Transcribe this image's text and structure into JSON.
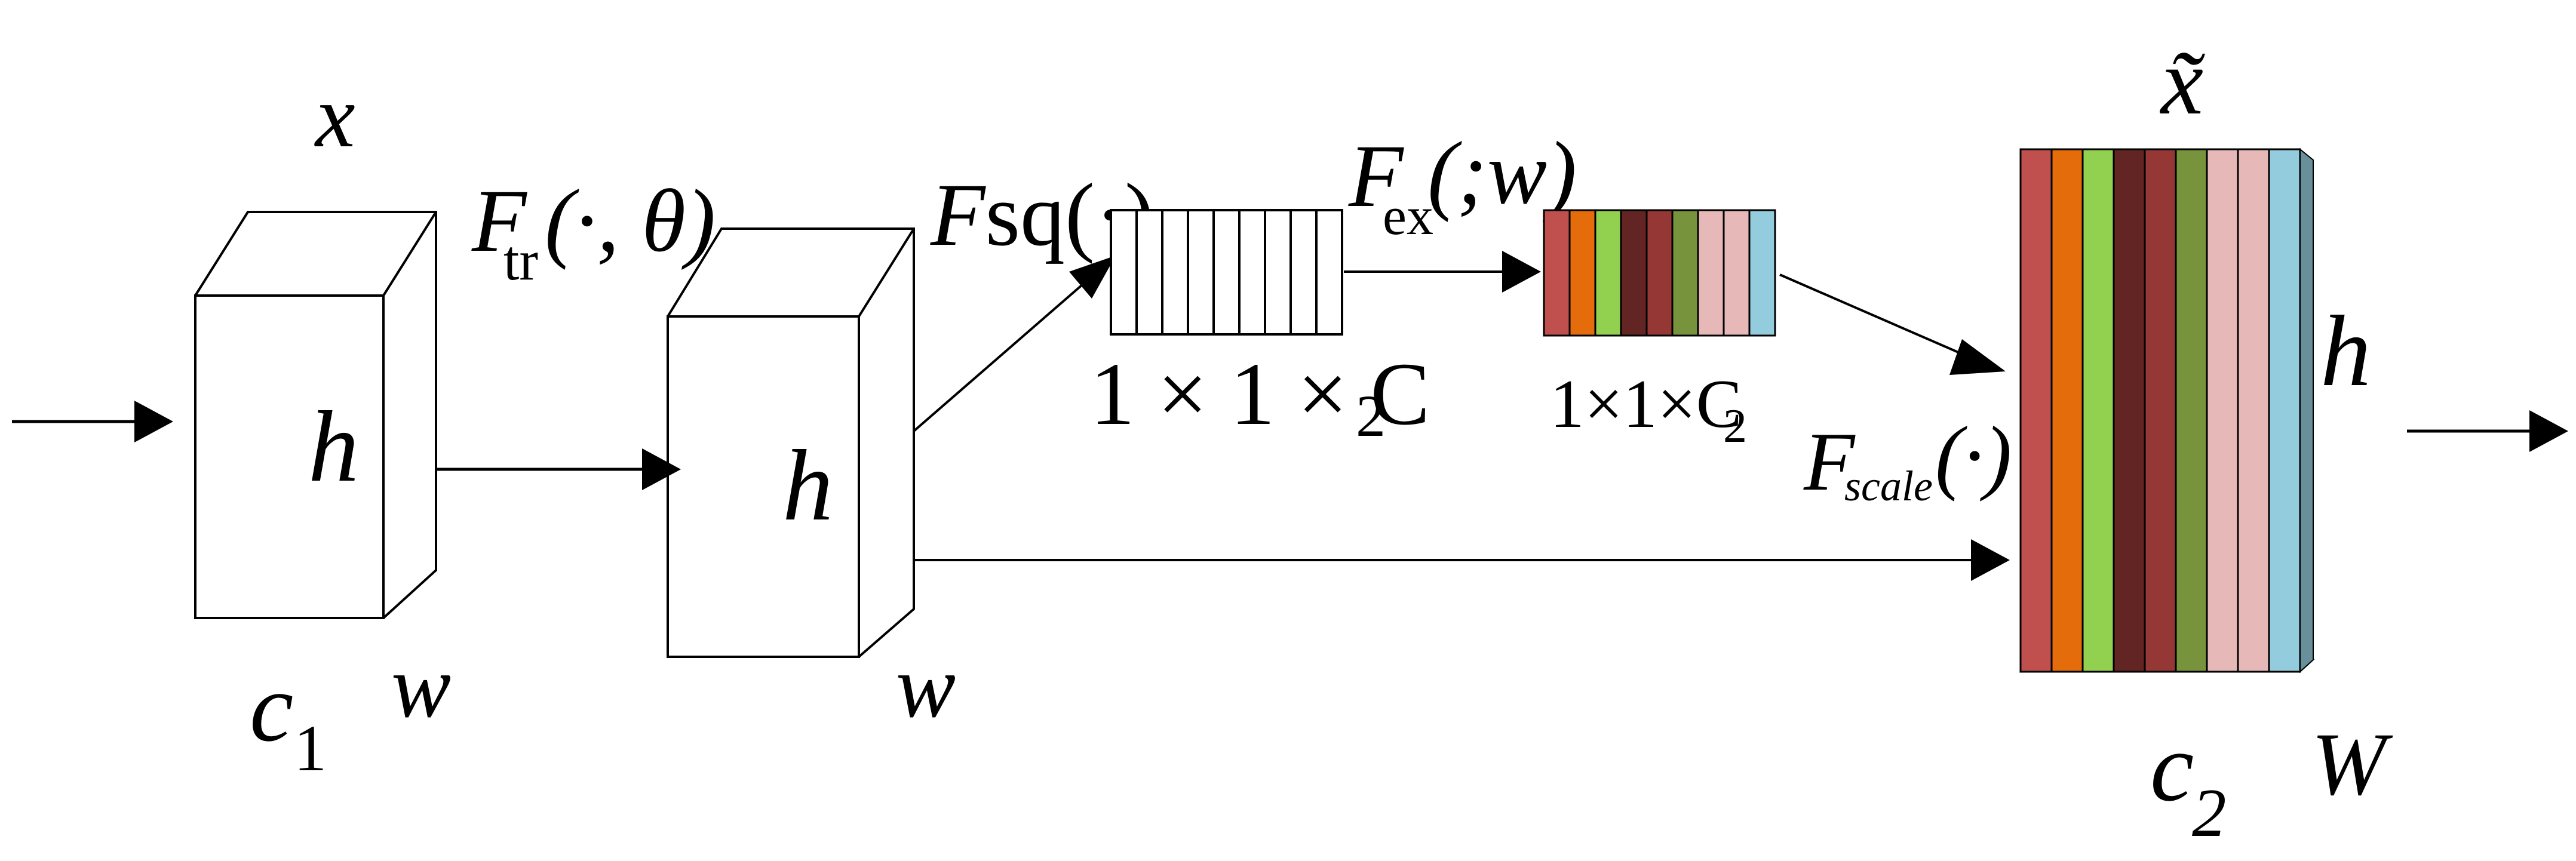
{
  "labels": {
    "input_x": "x",
    "block1_h": "h",
    "block1_w": "w",
    "block1_c": "c",
    "block1_c_sub": "1",
    "ftr_F": "F",
    "ftr_sub": "tr",
    "ftr_args": "(·,  θ)",
    "block2_h": "h",
    "block2_w": "w",
    "fsq_F": "F",
    "fsq_rest": "sq(·)",
    "squeeze_dim": "1 × 1 × C",
    "squeeze_dim_sub": "2",
    "fex_F": "F",
    "fex_sub": "ex",
    "fex_args": "(;w)",
    "excite_dim": "1×1×C",
    "excite_dim_sub": "2",
    "fscale_F": "F",
    "fscale_sub": "scale",
    "fscale_args": "(·)",
    "output_x": "x̃",
    "output_h": "h",
    "output_w": "W",
    "output_c": "c",
    "output_c_sub": "2"
  },
  "colors": {
    "stroke": "#000000",
    "channel_colors": [
      "#c0504d",
      "#e46c0a",
      "#92d050",
      "#632523",
      "#953735",
      "#77933c",
      "#e6b9b8",
      "#e6b9b8",
      "#93cddd"
    ]
  }
}
